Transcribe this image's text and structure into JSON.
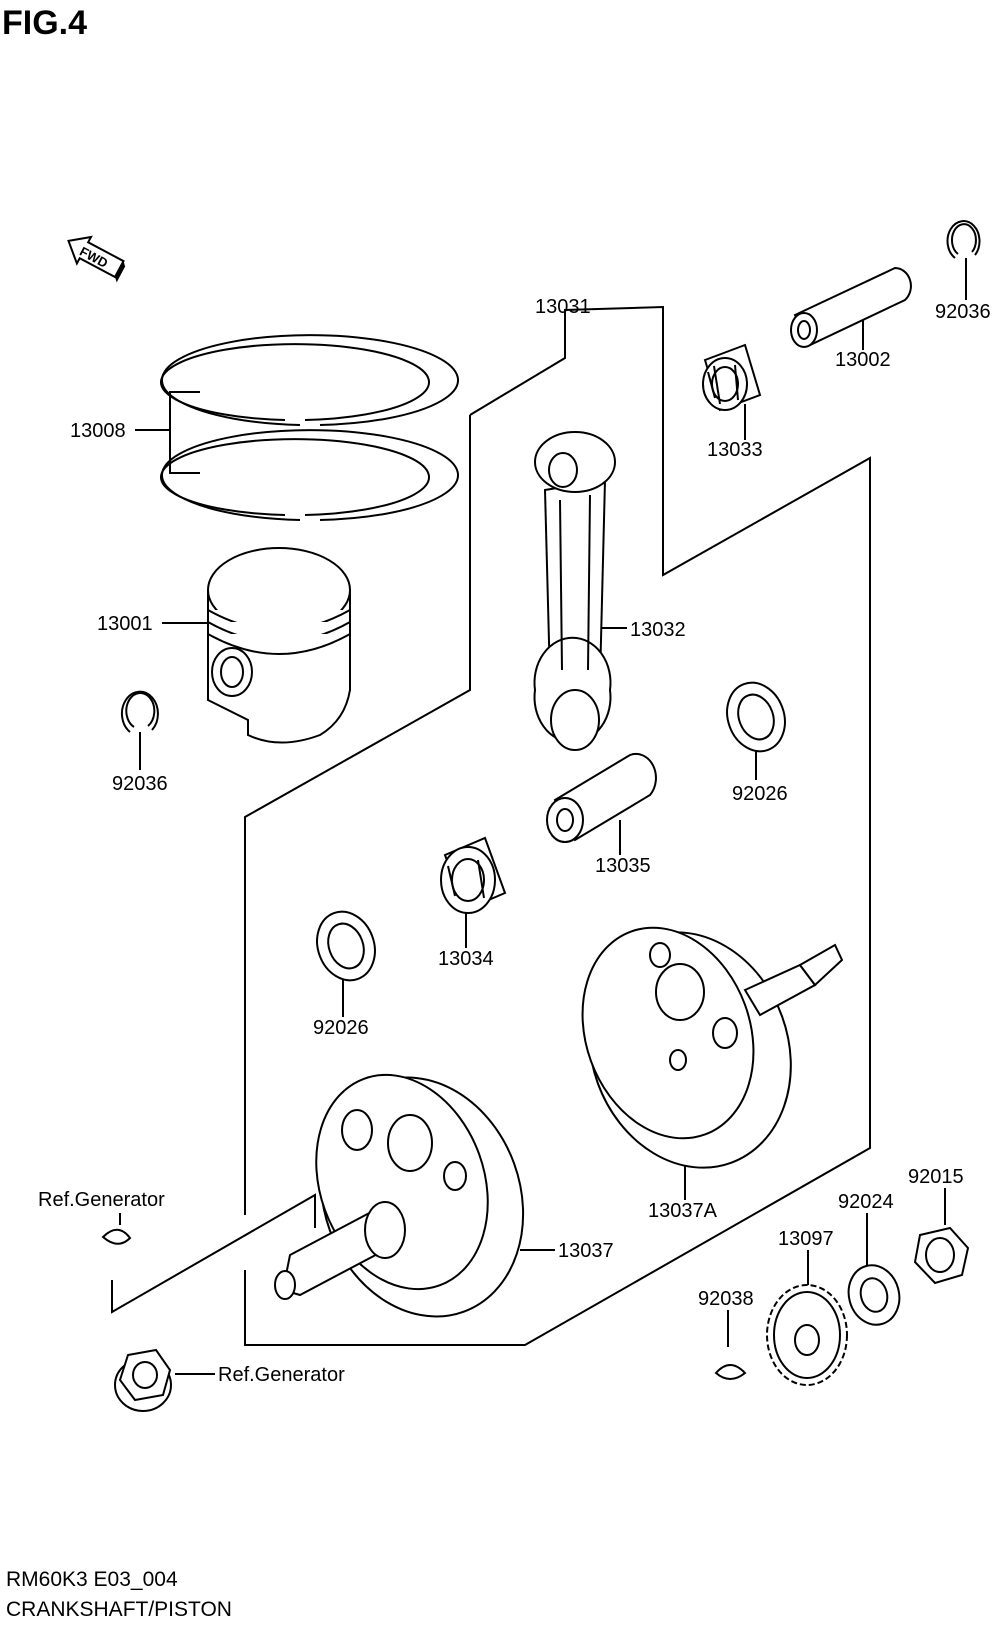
{
  "header": {
    "figure": "FIG.4"
  },
  "footer": {
    "model_code": "RM60K3 E03_004",
    "section": "CRANKSHAFT/PISTON"
  },
  "fwd_label": "FWD",
  "parts": {
    "p13031": "13031",
    "p13032": "13032",
    "p13033": "13033",
    "p13002": "13002",
    "p92036_top": "92036",
    "p13008": "13008",
    "p13001": "13001",
    "p92036_left": "92036",
    "p92026_right": "92026",
    "p13035": "13035",
    "p13034": "13034",
    "p92026_left": "92026",
    "p13037A": "13037A",
    "p13037": "13037",
    "ref_generator_key": "Ref.Generator",
    "ref_generator_nut": "Ref.Generator",
    "p92015": "92015",
    "p92024": "92024",
    "p13097": "13097",
    "p92038": "92038"
  }
}
